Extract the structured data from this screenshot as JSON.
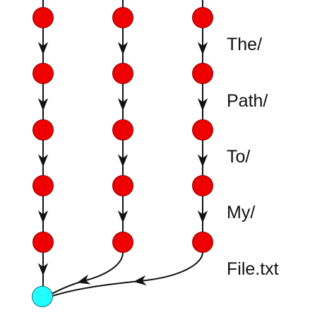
{
  "colors": {
    "node_fill": "#ee0000",
    "node_stroke": "#8b0000",
    "target_fill": "#22ffff",
    "target_stroke": "#0a6f7a",
    "edge": "#111111",
    "background": "#ffffff"
  },
  "path_labels": [
    "The/",
    "Path/",
    "To/",
    "My/",
    "File.txt"
  ],
  "columns": [
    {
      "name": "column-1",
      "node_count": 5
    },
    {
      "name": "column-2",
      "node_count": 5
    },
    {
      "name": "column-3",
      "node_count": 5
    }
  ],
  "target_node": {
    "name": "merge-node"
  }
}
